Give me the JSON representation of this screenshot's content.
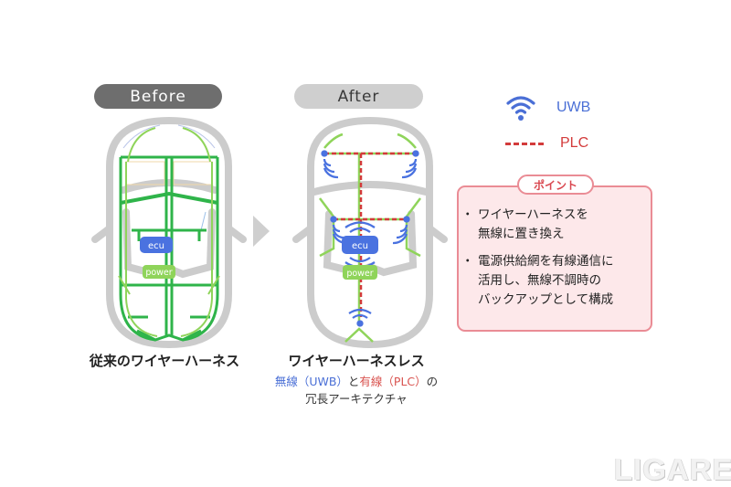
{
  "before": {
    "tag_label": "Before",
    "caption": "従来のワイヤーハーネス",
    "ecu_label": "ecu",
    "power_label": "power"
  },
  "after": {
    "tag_label": "After",
    "caption": "ワイヤーハーネスレス",
    "sub_parts": [
      {
        "text": "無線（UWB）",
        "color": "blue"
      },
      {
        "text": "と",
        "color": "default"
      },
      {
        "text": "有線（PLC）",
        "color": "red"
      },
      {
        "text": "の",
        "color": "default"
      }
    ],
    "sub_line2": "冗長アーキテクチャ",
    "ecu_label": "ecu",
    "power_label": "power"
  },
  "legend": {
    "uwb": {
      "icon": "wifi-icon",
      "label": "UWB",
      "color": "#4a6fd6"
    },
    "plc": {
      "icon": "dashed-line-icon",
      "label": "PLC",
      "color": "#d33b3b"
    }
  },
  "point": {
    "title": "ポイント",
    "items": [
      {
        "lines": [
          "ワイヤーハーネスを",
          "無線に置き換え"
        ]
      },
      {
        "lines": [
          "電源供給網を有線通信に",
          "活用し、無線不調時の",
          "バックアップとして構成"
        ]
      }
    ]
  },
  "colors": {
    "harness_green": "#2fb44a",
    "light_green": "#8fd45a",
    "car_gray": "#cccccc",
    "ecu_blue": "#4a72e0",
    "power_green": "#8fd45a",
    "plc_red": "#d33b3b",
    "point_bg": "#fde8ea",
    "point_border": "#ea8c95"
  },
  "watermark": "LIGARE"
}
